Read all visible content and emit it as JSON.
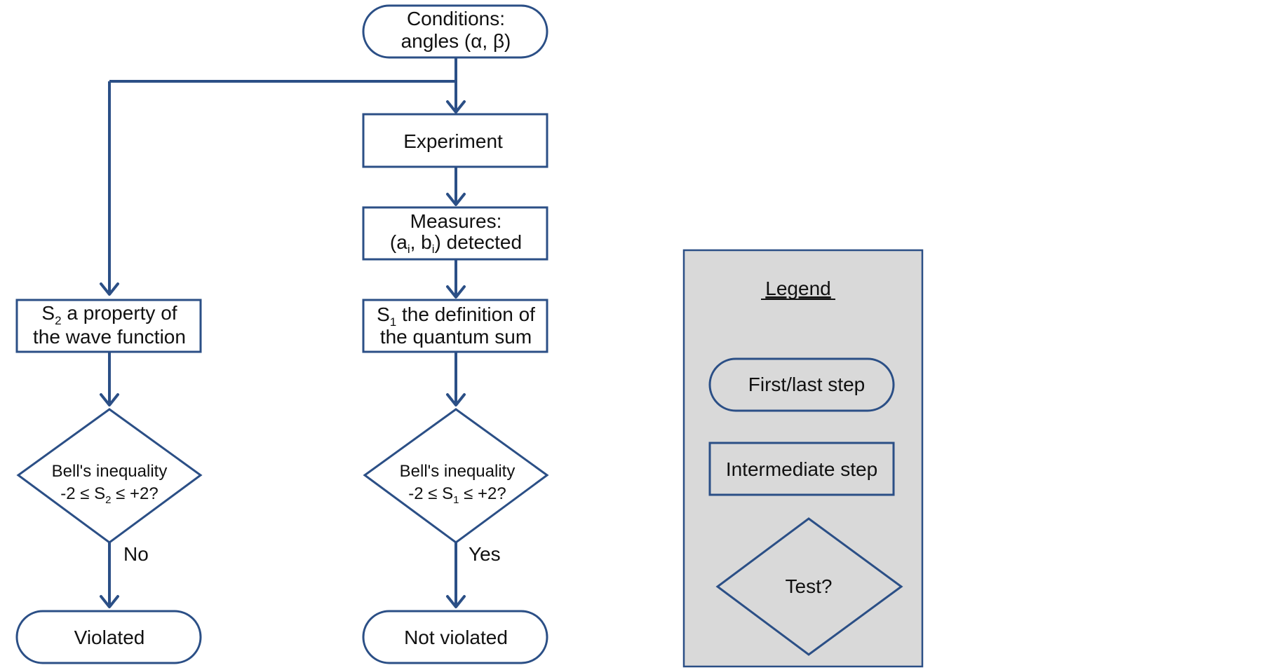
{
  "colors": {
    "line": "#2b4f86",
    "legend_fill": "#d9d9d9",
    "node_fill": "#ffffff",
    "text": "#111111"
  },
  "nodes": {
    "conditions": {
      "line1": "Conditions:",
      "line2": "angles (α, β)"
    },
    "experiment": {
      "label": "Experiment"
    },
    "measures": {
      "line1": "Measures:",
      "line2_pre": "(a",
      "sub_a": "i",
      "line2_mid": ", b",
      "sub_b": "i",
      "line2_post": ") detected"
    },
    "s1_definition": {
      "line1_pre": "S",
      "sub": "1",
      "line1_post": " the definition of",
      "line2": "the quantum sum"
    },
    "s2_property": {
      "line1_pre": "S",
      "sub": "2",
      "line1_post": " a property of",
      "line2": "the wave function"
    },
    "test_s1": {
      "line1": "Bell's inequality",
      "line2_pre": "-2 ≤ S",
      "sub": "1",
      "line2_post": " ≤ +2?"
    },
    "test_s2": {
      "line1": "Bell's inequality",
      "line2_pre": "-2 ≤ S",
      "sub": "2",
      "line2_post": " ≤ +2?"
    },
    "violated": {
      "label": "Violated"
    },
    "not_violated": {
      "label": "Not violated"
    }
  },
  "edge_labels": {
    "no": "No",
    "yes": "Yes"
  },
  "legend": {
    "title": "Legend",
    "first_last": "First/last step",
    "intermediate": "Intermediate step",
    "test": "Test?"
  }
}
